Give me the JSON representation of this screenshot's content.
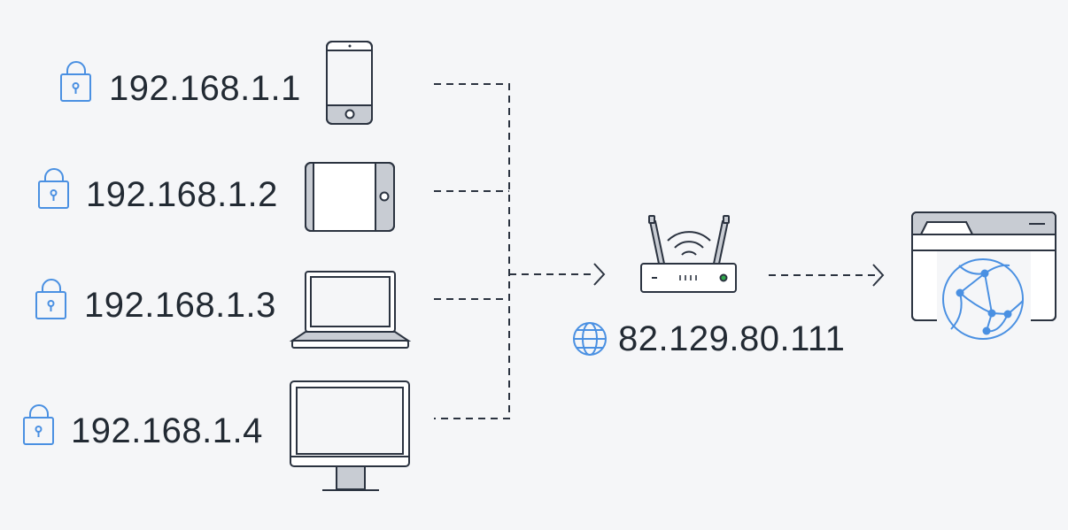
{
  "devices": [
    {
      "ip": "192.168.1.1",
      "icon": "smartphone-icon"
    },
    {
      "ip": "192.168.1.2",
      "icon": "tablet-icon"
    },
    {
      "ip": "192.168.1.3",
      "icon": "laptop-icon"
    },
    {
      "ip": "192.168.1.4",
      "icon": "desktop-monitor-icon"
    }
  ],
  "router": {
    "public_ip": "82.129.80.111",
    "icon": "router-icon"
  },
  "internet": {
    "icon": "browser-globe-icon"
  },
  "colors": {
    "background": "#f5f6f8",
    "outline": "#2b3340",
    "device_fill": "#ffffff",
    "device_screen": "#f5f6f8",
    "device_gray": "#c8ccd3",
    "accent_blue": "#4a90e2",
    "status_green": "#2ea84a",
    "text": "#222a33"
  }
}
